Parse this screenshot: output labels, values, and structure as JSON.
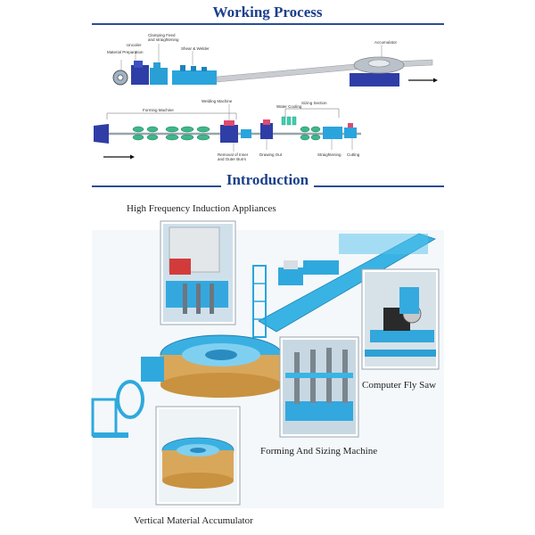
{
  "sections": {
    "working_process": "Working Process",
    "introduction": "Introduction"
  },
  "process_row1": {
    "material_preparation": "Material Preparation",
    "uncoiler": "Uncoiler",
    "clamping_feed": "Clamping Feed\nand straightening",
    "shear_welder": "Shear & Welder",
    "accumulator": "Accumulator"
  },
  "process_row2": {
    "forming_machine": "Forming Machine",
    "welding_machine": "Welding Machine",
    "water_cooling": "Water Cooling",
    "sizing_section": "Sizing Section",
    "removal_burrs": "Removal of Inner\nand Outer Burrs",
    "drawing_out": "Drawing Out",
    "straightening": "Straightening",
    "cutting": "Cutting"
  },
  "captions": {
    "hf_induction": "High Frequency Induction Appliances",
    "computer_fly_saw": "Computer Fly Saw",
    "forming_sizing": "Forming And Sizing Machine",
    "vertical_accumulator": "Vertical Material Accumulator"
  },
  "colors": {
    "machine_blue": "#2fa9dd",
    "deep_blue": "#2a3aa8",
    "heading_blue": "#1b3f8b",
    "wood": "#d9a75a",
    "forming_green": "#3db88a"
  }
}
